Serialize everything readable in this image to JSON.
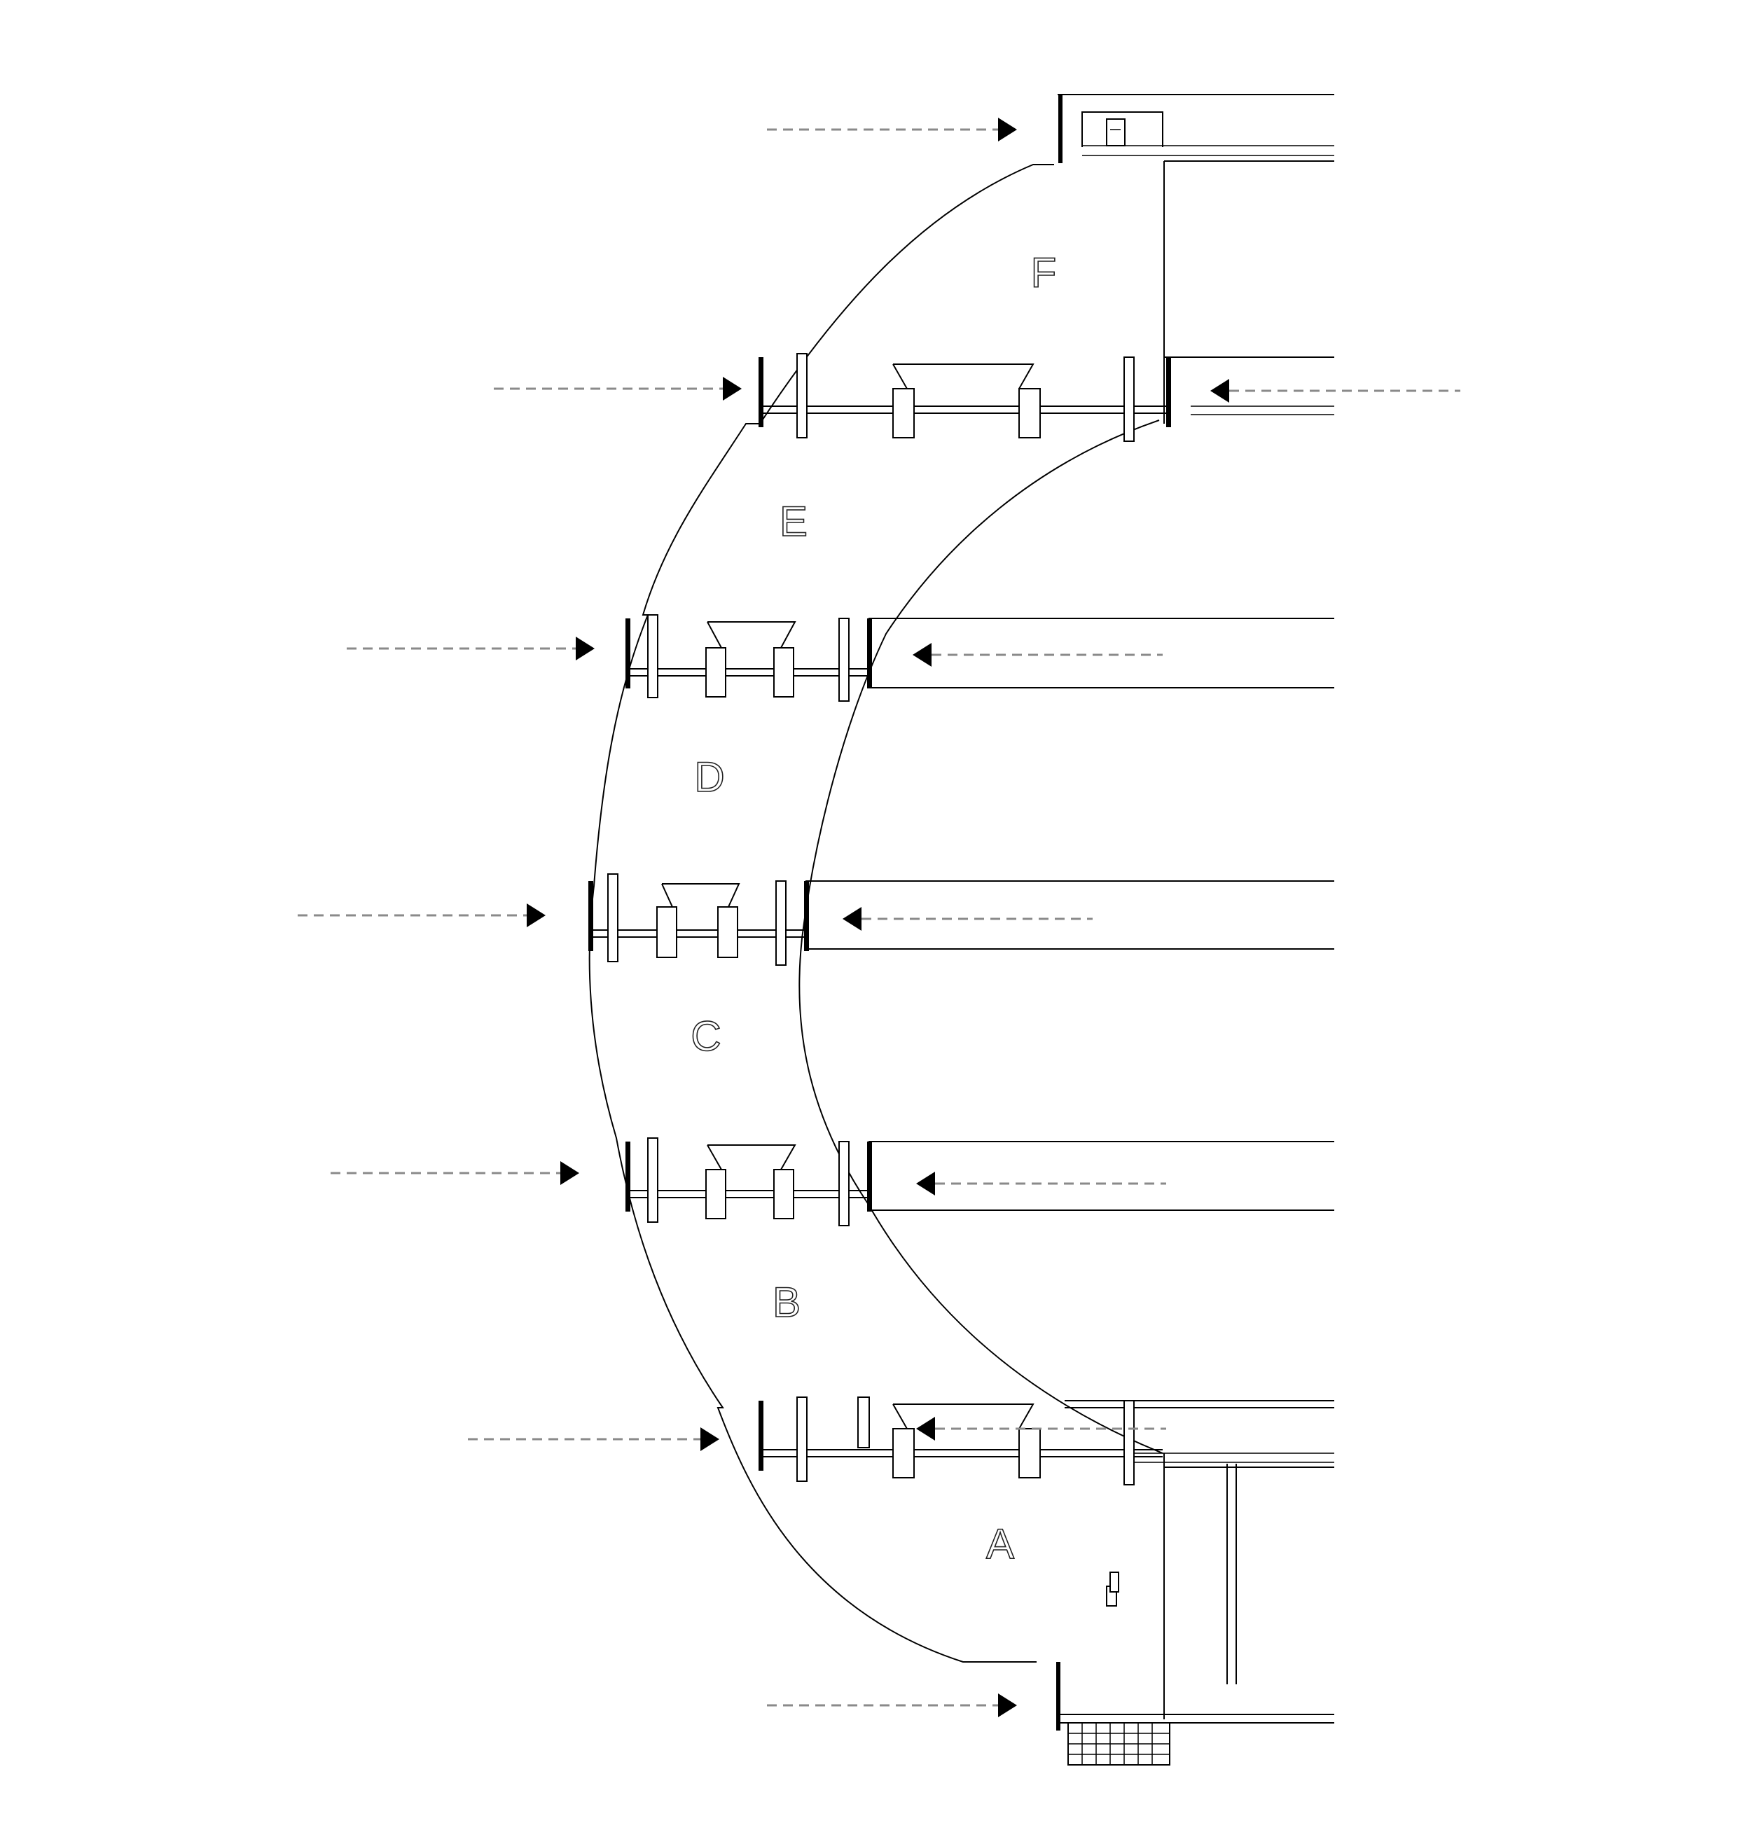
{
  "segments": [
    "A",
    "B",
    "C",
    "D",
    "E",
    "F"
  ],
  "arrow_color": "#8a8a8a",
  "line_color": "#000000"
}
